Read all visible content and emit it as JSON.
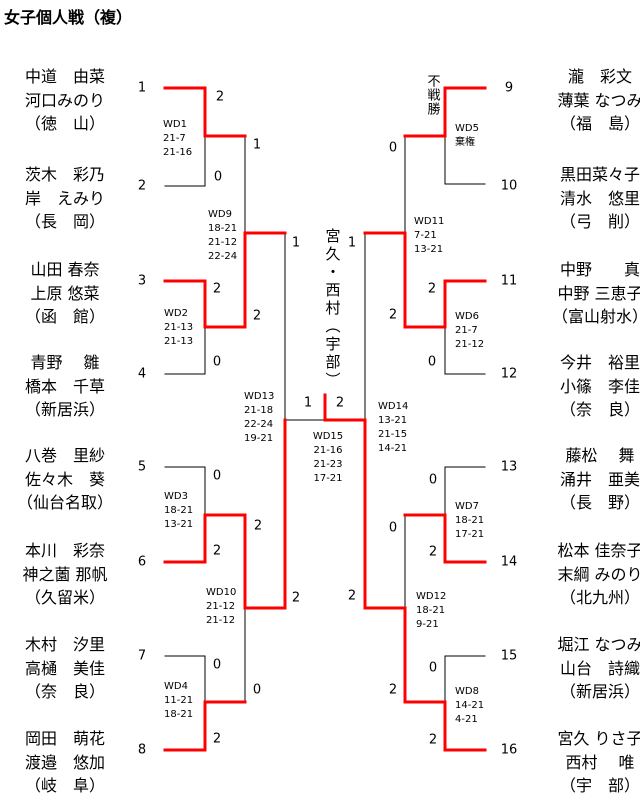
{
  "title": "女子個人戦（複）",
  "players": [
    {
      "seed": "1",
      "lines": [
        "中道　由菜",
        "河口みのり",
        "（徳　山）"
      ]
    },
    {
      "seed": "2",
      "lines": [
        "茨木　彩乃",
        "岸　えみり",
        "（長　岡）"
      ]
    },
    {
      "seed": "3",
      "lines": [
        "山田 春奈",
        "上原 悠菜",
        "（函　館）"
      ]
    },
    {
      "seed": "4",
      "lines": [
        "青野　 雛",
        "橋本　千草",
        "（新居浜）"
      ]
    },
    {
      "seed": "5",
      "lines": [
        "八巻　里紗",
        "佐々木　葵",
        "（仙台名取）"
      ]
    },
    {
      "seed": "6",
      "lines": [
        "本川　彩奈",
        "神之薗 那帆",
        "（久留米）"
      ]
    },
    {
      "seed": "7",
      "lines": [
        "木村　汐里",
        "高樋　美佳",
        "（奈　良）"
      ]
    },
    {
      "seed": "8",
      "lines": [
        "岡田　萌花",
        "渡邉　悠加",
        "（岐　阜）"
      ]
    },
    {
      "seed": "9",
      "lines": [
        "瀧　彩文",
        "薄葉 なつみ",
        "（福　島）"
      ]
    },
    {
      "seed": "10",
      "lines": [
        "黒田菜々子",
        "清水　悠里",
        "（弓　削）"
      ]
    },
    {
      "seed": "11",
      "lines": [
        "中野　　真",
        "中野 三恵子",
        "（富山射水）"
      ]
    },
    {
      "seed": "12",
      "lines": [
        "今井　裕里",
        "小篠　李佳",
        "（奈　良）"
      ]
    },
    {
      "seed": "13",
      "lines": [
        "藤松　 舞",
        "涌井　亜美",
        "（長　野）"
      ]
    },
    {
      "seed": "14",
      "lines": [
        "松本 佳奈子",
        "末綱 みのり",
        "（北九州）"
      ]
    },
    {
      "seed": "15",
      "lines": [
        "堀江 なつみ",
        "山台　詩織",
        "（新居浜）"
      ]
    },
    {
      "seed": "16",
      "lines": [
        "宮久 りさ子",
        "西村　 唯",
        "（宇　部）"
      ]
    }
  ],
  "matches": [
    {
      "id": "WD1",
      "games": [
        "21-7",
        "21-16"
      ],
      "top_score": "2",
      "bottom_score": "0"
    },
    {
      "id": "WD2",
      "games": [
        "21-13",
        "21-13"
      ],
      "top_score": "2",
      "bottom_score": "0"
    },
    {
      "id": "WD3",
      "games": [
        "18-21",
        "13-21"
      ],
      "top_score": "0",
      "bottom_score": "2"
    },
    {
      "id": "WD4",
      "games": [
        "11-21",
        "18-21"
      ],
      "top_score": "0",
      "bottom_score": "2"
    },
    {
      "id": "WD5",
      "games": [
        "棄権"
      ],
      "walkover": "不戦勝"
    },
    {
      "id": "WD6",
      "games": [
        "21-7",
        "21-12"
      ],
      "top_score": "2",
      "bottom_score": "0"
    },
    {
      "id": "WD7",
      "games": [
        "18-21",
        "17-21"
      ],
      "top_score": "0",
      "bottom_score": "2"
    },
    {
      "id": "WD8",
      "games": [
        "14-21",
        "4-21"
      ],
      "top_score": "0",
      "bottom_score": "2"
    },
    {
      "id": "WD9",
      "games": [
        "18-21",
        "21-12",
        "22-24"
      ],
      "top_score": "1",
      "bottom_score": "2"
    },
    {
      "id": "WD10",
      "games": [
        "21-12",
        "21-12"
      ],
      "top_score": "2",
      "bottom_score": "0"
    },
    {
      "id": "WD11",
      "games": [
        "7-21",
        "13-21"
      ],
      "top_score": "0",
      "bottom_score": "2"
    },
    {
      "id": "WD12",
      "games": [
        "18-21",
        "9-21"
      ],
      "top_score": "0",
      "bottom_score": "2"
    },
    {
      "id": "WD13",
      "games": [
        "21-18",
        "22-24",
        "19-21"
      ],
      "top_score": "1",
      "bottom_score": "2"
    },
    {
      "id": "WD14",
      "games": [
        "13-21",
        "21-15",
        "14-21"
      ],
      "top_score": "1",
      "bottom_score": "2"
    }
  ],
  "final": {
    "id": "WD15",
    "games": [
      "21-16",
      "21-23",
      "17-21"
    ],
    "left_score": "1",
    "right_score": "2",
    "champion": "宮久・西村（宇部）"
  },
  "colors": {
    "winner_line": "#ff0000",
    "line": "#000000"
  }
}
